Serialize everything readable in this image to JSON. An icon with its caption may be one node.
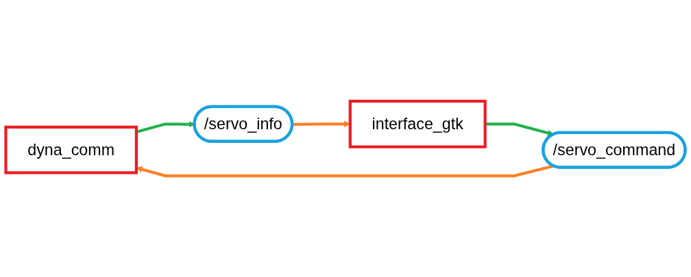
{
  "diagram": {
    "nodes": [
      {
        "text": [
          "/servo_command"
        ]
      },
      {
        "text": [
          "dyna_comm"
        ]
      },
      {
        "text": [
          "interface_gtk"
        ]
      },
      {
        "text": [
          "/servo_info"
        ]
      }
    ],
    "edges": [
      {
        "from": 0,
        "to": 1,
        "arrow": "to",
        "color": "#ff7f27"
      },
      {
        "from": 1,
        "to": 3,
        "arrow": "to",
        "color": "#22b14c"
      },
      {
        "from": 3,
        "to": 2,
        "arrow": "to",
        "color": "#ff7f27"
      },
      {
        "from": 2,
        "to": 0,
        "arrow": "to",
        "color": "#22b14c"
      }
    ]
  }
}
